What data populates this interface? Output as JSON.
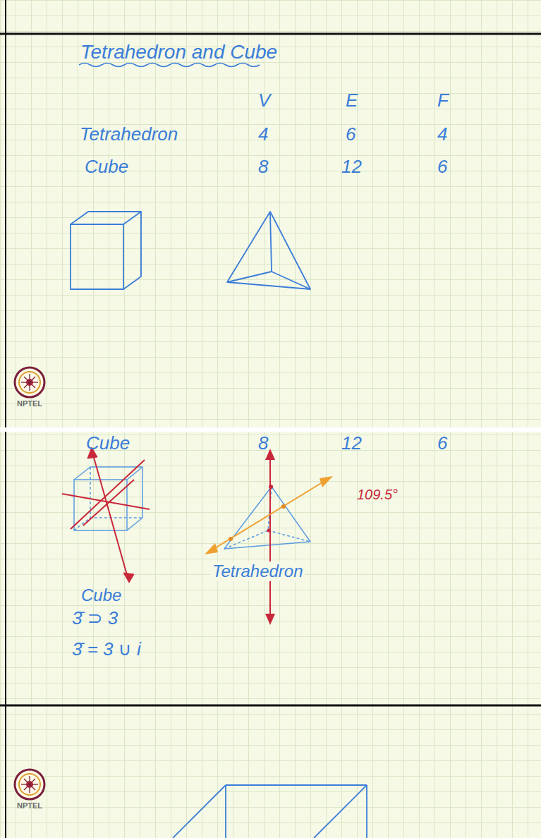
{
  "diagram": {
    "title": "Tetrahedron and Cube",
    "labels": [
      "V",
      "E",
      "F",
      "Tetrahedron",
      "4",
      "6",
      "4",
      "Cube",
      "8",
      "12",
      "6",
      "NPTEL",
      "Cube",
      "8",
      "12",
      "6",
      "109.5°",
      "Cube",
      "Tetrahedron",
      "3̄ ⊃ 3",
      "3̄ = 3 ∪ i",
      "NPTEL"
    ]
  }
}
